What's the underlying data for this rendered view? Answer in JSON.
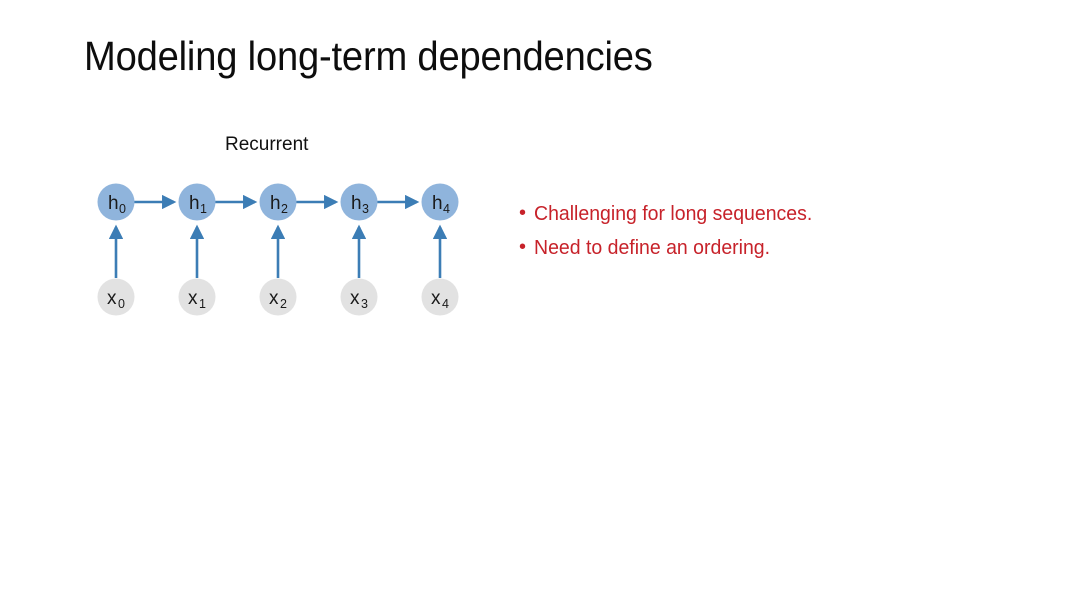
{
  "slide": {
    "title": "Modeling long-term dependencies",
    "background_color": "#FFFFFF",
    "title_color": "#0D0D0D"
  },
  "diagram": {
    "name": "recurrent-network-diagram",
    "caption": "Recurrent",
    "hidden_nodes": [
      {
        "label": "h",
        "subscript": "0"
      },
      {
        "label": "h",
        "subscript": "1"
      },
      {
        "label": "h",
        "subscript": "2"
      },
      {
        "label": "h",
        "subscript": "3"
      },
      {
        "label": "h",
        "subscript": "4"
      }
    ],
    "input_nodes": [
      {
        "label": "x",
        "subscript": "0"
      },
      {
        "label": "x",
        "subscript": "1"
      },
      {
        "label": "x",
        "subscript": "2"
      },
      {
        "label": "x",
        "subscript": "3"
      },
      {
        "label": "x",
        "subscript": "4"
      }
    ],
    "colors": {
      "hidden_node_fill": "#8FB4DC",
      "input_node_fill": "#E2E2E2",
      "arrow": "#3C7DB5",
      "label_text": "#1A1A1A"
    },
    "horizontal_arrow_count": 4,
    "vertical_arrow_count": 5
  },
  "bullets": {
    "color": "#C7222A",
    "marker": "•",
    "items": [
      "Challenging for long sequences.",
      "Need to define an ordering."
    ]
  }
}
